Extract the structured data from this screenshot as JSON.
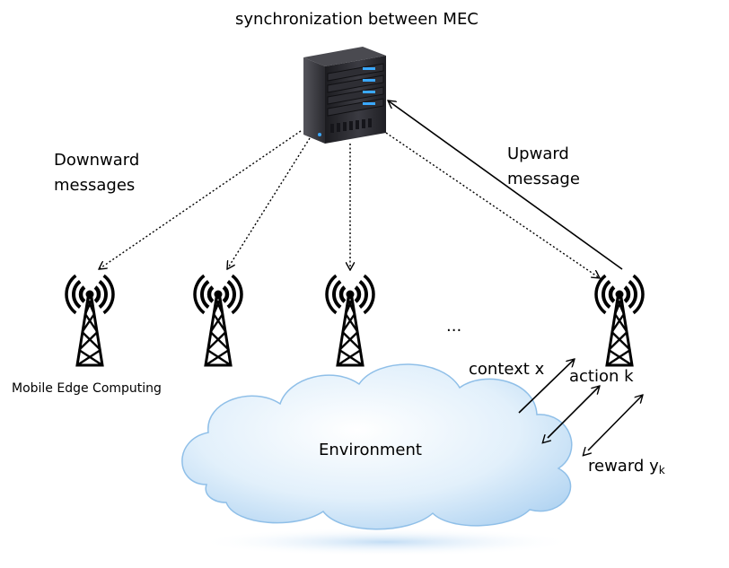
{
  "diagram": {
    "title": "synchronization between MEC",
    "downward_label": [
      "Downward",
      "messages"
    ],
    "upward_label": [
      "Upward",
      "message"
    ],
    "mec_label": "Mobile Edge Computing",
    "ellipsis": "...",
    "environment_label": "Environment",
    "context_label": "context x",
    "action_label": "action k",
    "reward_label": "reward y",
    "reward_subscript": "k"
  },
  "icons": {
    "server": "server-icon",
    "tower": "antenna-tower-icon",
    "cloud": "cloud-icon"
  },
  "colors": {
    "server_body": "#2a2a2e",
    "server_light": "#3aa8ff",
    "cloud_fill": "#cfe6f9",
    "cloud_edge": "#7fb6e6",
    "line": "#000000"
  }
}
